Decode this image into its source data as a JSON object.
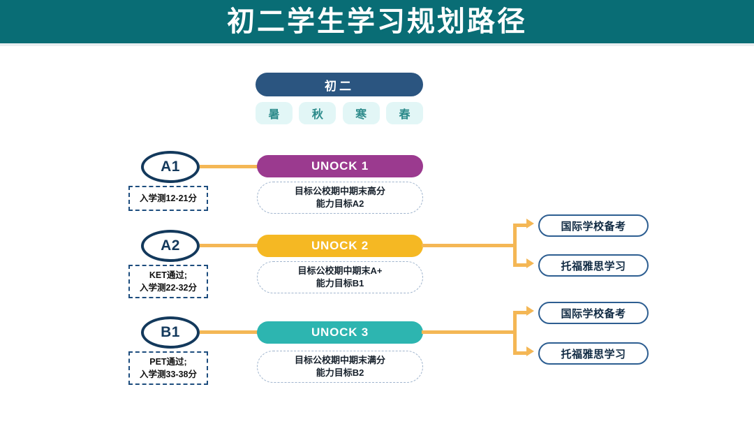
{
  "header": {
    "title": "初二学生学习规划路径",
    "bar_color": "#096d75"
  },
  "timeline": {
    "grade_label": "初二",
    "grade_pill_color": "#2b5580",
    "seasons": [
      {
        "label": "暑"
      },
      {
        "label": "秋"
      },
      {
        "label": "寒"
      },
      {
        "label": "春"
      }
    ],
    "season_chip_color": "#e2f6f6",
    "season_text_color": "#2d8b8b"
  },
  "rows": [
    {
      "level": "A1",
      "requirement_lines": [
        "入学测12-21分"
      ],
      "course_label": "UNOCK 1",
      "course_color": "#9b3a8f",
      "goal_lines": [
        "目标公校期中期末高分",
        "能力目标A2"
      ],
      "outcomes": []
    },
    {
      "level": "A2",
      "requirement_lines": [
        "KET通过;",
        "入学测22-32分"
      ],
      "course_label": "UNOCK 2",
      "course_color": "#f5b823",
      "goal_lines": [
        "目标公校期中期末A+",
        "能力目标B1"
      ],
      "outcomes": [
        "国际学校备考",
        "托福雅思学习"
      ]
    },
    {
      "level": "B1",
      "requirement_lines": [
        "PET通过;",
        "入学测33-38分"
      ],
      "course_label": "UNOCK 3",
      "course_color": "#2db5b0",
      "goal_lines": [
        "目标公校期中期末满分",
        "能力目标B2"
      ],
      "outcomes": [
        "国际学校备考",
        "托福雅思学习"
      ]
    }
  ],
  "colors": {
    "connector": "#f4b755",
    "level_outline": "#13395c",
    "requirement_dash": "#1d4d7e",
    "outcome_outline": "#2d5e91",
    "goal_dash": "#9fb4cd"
  }
}
